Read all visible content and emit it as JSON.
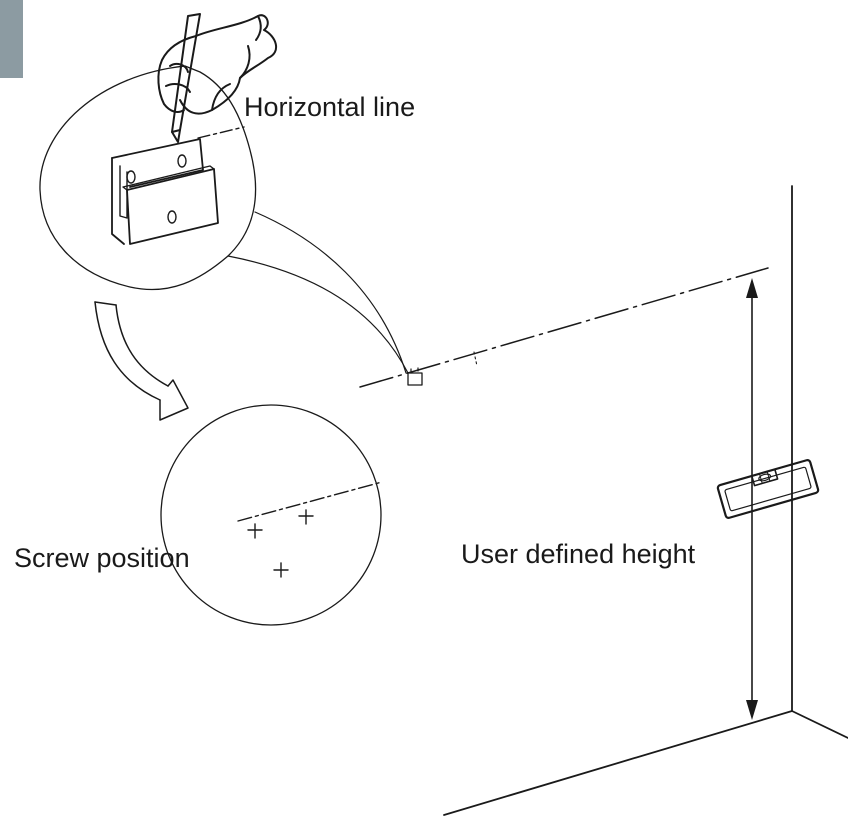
{
  "labels": {
    "horizontal_line": "Horizontal line",
    "screw_position": "Screw position",
    "user_defined_height": "User defined height"
  },
  "icons": {
    "hand": "hand-with-pen-icon",
    "bracket": "bracket-icon",
    "level": "spirit-level-icon",
    "arrow": "curved-arrow-icon"
  },
  "colors": {
    "ink": "#1a1a1a",
    "tab": "#8c9ba2",
    "background": "#ffffff"
  }
}
